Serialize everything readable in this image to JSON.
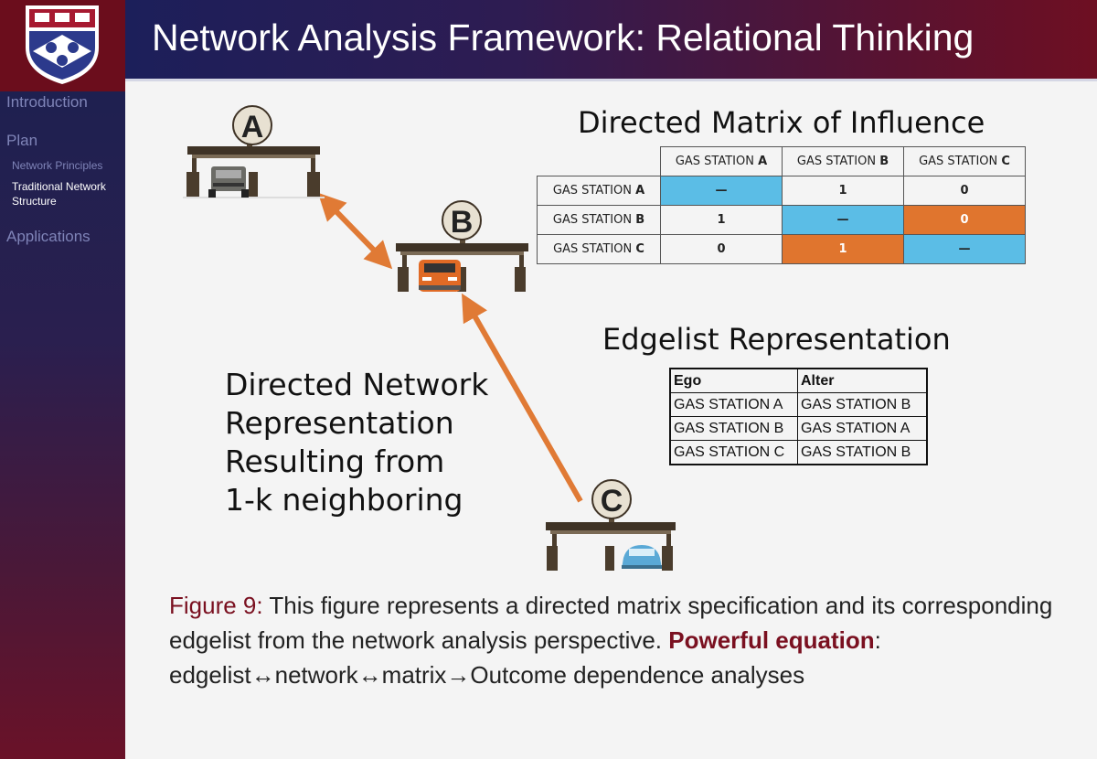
{
  "title": "Network Analysis Framework: Relational Thinking",
  "nav": {
    "sections": [
      {
        "label": "Introduction"
      },
      {
        "label": "Plan"
      },
      {
        "label": "Applications"
      }
    ],
    "subsections": [
      {
        "label": "Network Principles"
      },
      {
        "label": "Traditional Network"
      },
      {
        "label": "Structure"
      }
    ]
  },
  "matrix": {
    "heading": "Directed Matrix of Influence",
    "prefix": "GAS STATION ",
    "labels": [
      "A",
      "B",
      "C"
    ],
    "rows": [
      [
        "—",
        "1",
        "0"
      ],
      [
        "1",
        "—",
        "0"
      ],
      [
        "0",
        "1",
        "—"
      ]
    ]
  },
  "edgelist": {
    "heading": "Edgelist Representation",
    "columns": [
      "Ego",
      "Alter"
    ],
    "rows": [
      [
        "GAS STATION A",
        "GAS STATION B"
      ],
      [
        "GAS STATION B",
        "GAS STATION A"
      ],
      [
        "GAS STATION C",
        "GAS STATION B"
      ]
    ]
  },
  "network": {
    "description_lines": [
      "Directed Network",
      "Representation",
      "Resulting from",
      "1-k neighboring"
    ],
    "nodes": [
      "A",
      "B",
      "C"
    ]
  },
  "caption": {
    "label": "Figure 9:",
    "text": " This figure represents a directed matrix specification and its corresponding edgelist from the network analysis perspective. ",
    "strong": "Powerful equation",
    "after_strong": ":",
    "equation": "edgelist↔network↔matrix→Outcome dependence analyses"
  },
  "colors": {
    "diagonal": "#5bbde6",
    "highlight": "#e0752e",
    "arrow": "#e07a35",
    "accent": "#7a1020"
  },
  "icons": [
    "university-shield-logo",
    "gas-station-icon",
    "jeep-icon",
    "suv-icon",
    "sedan-icon"
  ]
}
